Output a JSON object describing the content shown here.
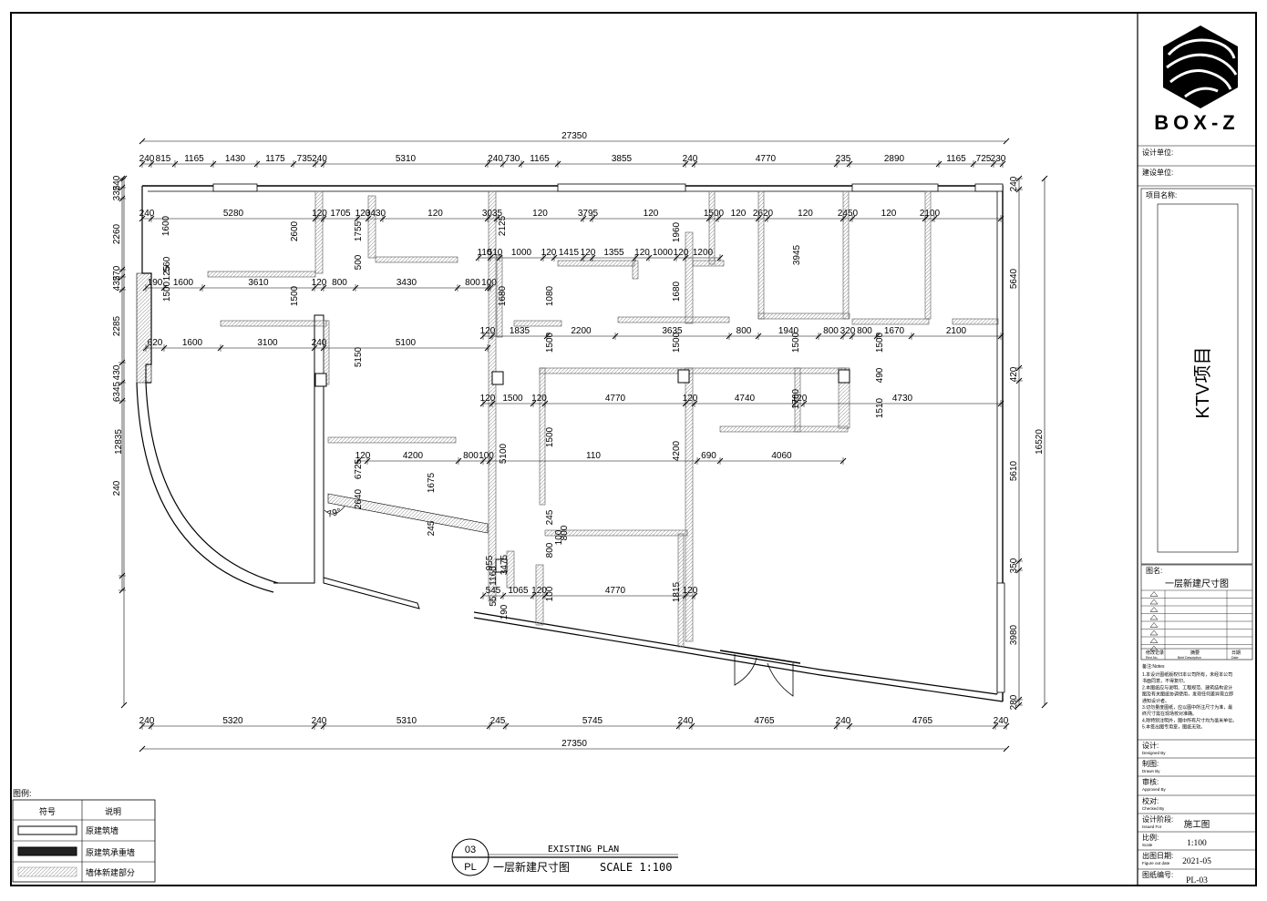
{
  "brand": {
    "logo_text": "BOX-Z"
  },
  "title_block": {
    "design_unit_label": "设计单位:",
    "build_unit_label": "建设单位:",
    "project_name_label": "项目名称:",
    "project_name": "KTV项目",
    "drawing_name_label": "图名:",
    "drawing_name": "一层新建尺寸图",
    "revision_headers": [
      "修改记录",
      "摘要",
      "日期"
    ],
    "revision_headers_en": [
      "Revi.No.",
      "Brief Description",
      "Date"
    ],
    "notes_title": "备注:Notes",
    "notes": [
      "1.本设计图纸版权归本公司所有，未经本公司",
      "书面同意，不得复印。",
      "2.本图纸应与说明、工程规范、建筑结构设计",
      "图及有关图纸协调使用，发现任何差异需立即",
      "通知设计者。",
      "3.切勿量度图纸，应以图中所注尺寸为准，最",
      "终尺寸需在现场校对准确。",
      "4.除特别注明外，图中所有尺寸均为毫米单位。",
      "5.本签出图专用章，图纸无效。"
    ],
    "rows": [
      {
        "label": "设计:",
        "label_en": "Designed By",
        "value": ""
      },
      {
        "label": "制图:",
        "label_en": "Drawn By",
        "value": ""
      },
      {
        "label": "审核:",
        "label_en": "Approved By",
        "value": ""
      },
      {
        "label": "校对:",
        "label_en": "Checked By",
        "value": ""
      },
      {
        "label": "设计阶段:",
        "label_en": "Issued For",
        "value": "施工图"
      },
      {
        "label": "比例:",
        "label_en": "Scale",
        "value": "1:100"
      },
      {
        "label": "出图日期:",
        "label_en": "Figure out date",
        "value": "2021-05"
      },
      {
        "label": "图纸编号:",
        "label_en": "",
        "value": "PL-03"
      }
    ]
  },
  "legend": {
    "title": "图例:",
    "col_symbol": "符号",
    "col_desc": "说明",
    "items": [
      "原建筑墙",
      "原建筑承重墙",
      "墙体新建部分"
    ]
  },
  "plan_title": {
    "number": "03",
    "code": "PL",
    "english": "EXISTING PLAN",
    "chinese": "一层新建尺寸图",
    "scale": "SCALE 1:100"
  },
  "dimensions": {
    "overall_width": "27350",
    "overall_height_left": "12835",
    "overall_height_right": "16520",
    "angle": "79°",
    "top_segments": [
      "240",
      "815",
      "1165",
      "1430",
      "1175",
      "735",
      "240",
      "5310",
      "240",
      "730",
      "1165",
      "3855",
      "240",
      "4770",
      "235",
      "2890",
      "1165",
      "725",
      "230"
    ],
    "bottom_segments": [
      "240",
      "5320",
      "240",
      "5310",
      "245",
      "5745",
      "240",
      "4765",
      "240",
      "4765",
      "240"
    ],
    "left_segments": [
      "240",
      "335",
      "2260",
      "270",
      "435",
      "2285",
      "430",
      "6345",
      "240"
    ],
    "right_segments": [
      "240",
      "5640",
      "420",
      "5610",
      "350",
      "3980",
      "280"
    ],
    "interior_row1": [
      "240",
      "5280",
      "120",
      "1705",
      "120",
      "3430",
      "120",
      "3035",
      "120",
      "3795",
      "120",
      "1500",
      "120",
      "2620",
      "120",
      "2450",
      "120",
      "2100"
    ],
    "interior_row2": [
      "110",
      "510",
      "1000",
      "120",
      "1415",
      "120",
      "1355",
      "120",
      "1000",
      "120",
      "1200",
      "120"
    ],
    "interior_row3": [
      "190",
      "1600",
      "3610",
      "120",
      "800",
      "3430",
      "800",
      "100"
    ],
    "interior_row4": [
      "620",
      "1600",
      "3100",
      "240",
      "5100"
    ],
    "interior_row5": [
      "120",
      "1835",
      "2200",
      "3635",
      "800",
      "1940",
      "800",
      "320",
      "800",
      "1670",
      "2100"
    ],
    "interior_row6": [
      "120",
      "1500",
      "120",
      "4770",
      "120",
      "4740",
      "120",
      "4730"
    ],
    "interior_row7": [
      "120",
      "4200",
      "800",
      "100",
      "110",
      "690",
      "4060"
    ],
    "interior_row8": [
      "545",
      "1065",
      "120",
      "4770",
      "120"
    ],
    "vertical_labels": [
      "1600",
      "2600",
      "1755",
      "2125",
      "1960",
      "3945",
      "560",
      "125",
      "500",
      "1500",
      "1500",
      "1680",
      "1080",
      "1680",
      "1500",
      "1500",
      "5150",
      "1500",
      "1500",
      "490",
      "1510",
      "1760",
      "1500",
      "4200",
      "5100",
      "6725",
      "1675",
      "2640",
      "245",
      "245",
      "800",
      "800",
      "100",
      "100",
      "1815",
      "3475",
      "190",
      "55",
      "1160",
      "955"
    ]
  },
  "colors": {
    "line": "#000000",
    "wall_fill": "#d9d9d9",
    "hatch": "#999999",
    "background": "#ffffff"
  }
}
